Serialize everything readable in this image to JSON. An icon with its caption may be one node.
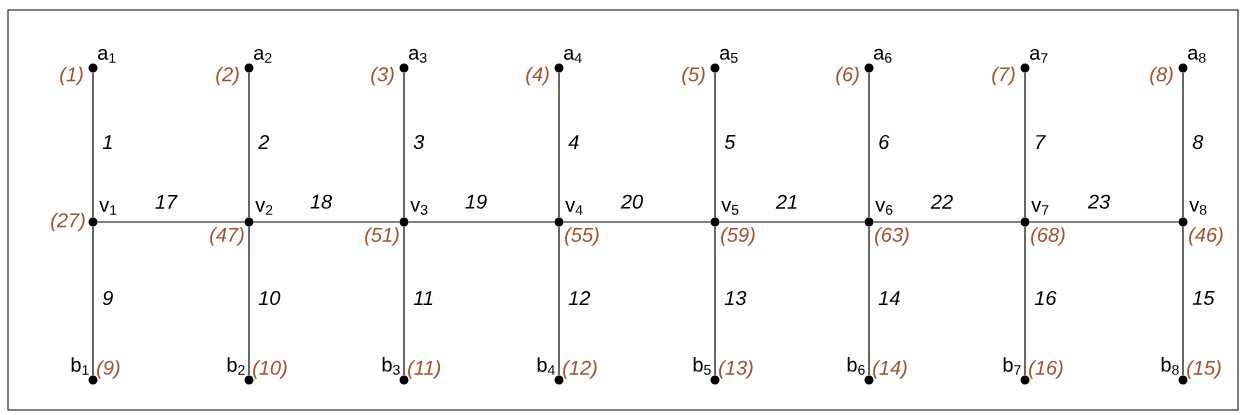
{
  "diagram": {
    "nodes": [
      {
        "text": [
          "a$_{1}$"
        ],
        "beside": [
          "(1)"
        ]
      },
      {
        "text": [
          "a$_{2}$"
        ],
        "beside": [
          "(2)"
        ]
      },
      {
        "text": [
          "a$_{3}$"
        ],
        "beside": [
          "(3)"
        ]
      },
      {
        "text": [
          "a$_{4}$"
        ],
        "beside": [
          "(4)"
        ]
      },
      {
        "text": [
          "a$_{5}$"
        ],
        "beside": [
          "(5)"
        ]
      },
      {
        "text": [
          "a$_{6}$"
        ],
        "beside": [
          "(6)"
        ]
      },
      {
        "text": [
          "a$_{7}$"
        ],
        "beside": [
          "(7)"
        ]
      },
      {
        "text": [
          "a$_{8}$"
        ],
        "beside": [
          "(8)"
        ]
      },
      {
        "text": [
          "v$_{1}$"
        ],
        "beside": [
          "(27)"
        ]
      },
      {
        "text": [
          "v$_{2}$"
        ],
        "beside": [
          "(47)"
        ]
      },
      {
        "text": [
          "v$_{3}$"
        ],
        "beside": [
          "(51)"
        ]
      },
      {
        "text": [
          "v$_{4}$"
        ],
        "beside": [
          "(55)"
        ]
      },
      {
        "text": [
          "v$_{5}$"
        ],
        "beside": [
          "(59)"
        ]
      },
      {
        "text": [
          "v$_{6}$"
        ],
        "beside": [
          "(63)"
        ]
      },
      {
        "text": [
          "v$_{7}$"
        ],
        "beside": [
          "(68)"
        ]
      },
      {
        "text": [
          "v$_{8}$"
        ],
        "beside": [
          "(46)"
        ]
      },
      {
        "text": [
          "b$_{1}$"
        ],
        "beside": [
          "(9)"
        ]
      },
      {
        "text": [
          "b$_{2}$"
        ],
        "beside": [
          "(10)"
        ]
      },
      {
        "text": [
          "b$_{3}$"
        ],
        "beside": [
          "(11)"
        ]
      },
      {
        "text": [
          "b$_{4}$"
        ],
        "beside": [
          "(12)"
        ]
      },
      {
        "text": [
          "b$_{5}$"
        ],
        "beside": [
          "(13)"
        ]
      },
      {
        "text": [
          "b$_{6}$"
        ],
        "beside": [
          "(14)"
        ]
      },
      {
        "text": [
          "b$_{7}$"
        ],
        "beside": [
          "(16)"
        ]
      },
      {
        "text": [
          "b$_{8}$"
        ],
        "beside": [
          "(15)"
        ]
      }
    ],
    "edges": [
      {
        "from": 0,
        "to": 8,
        "arrow": "none",
        "label": "1"
      },
      {
        "from": 1,
        "to": 9,
        "arrow": "none",
        "label": "2"
      },
      {
        "from": 2,
        "to": 10,
        "arrow": "none",
        "label": "3"
      },
      {
        "from": 3,
        "to": 11,
        "arrow": "none",
        "label": "4"
      },
      {
        "from": 4,
        "to": 12,
        "arrow": "none",
        "label": "5"
      },
      {
        "from": 5,
        "to": 13,
        "arrow": "none",
        "label": "6"
      },
      {
        "from": 6,
        "to": 14,
        "arrow": "none",
        "label": "7"
      },
      {
        "from": 7,
        "to": 15,
        "arrow": "none",
        "label": "8"
      },
      {
        "from": 8,
        "to": 16,
        "arrow": "none",
        "label": "9"
      },
      {
        "from": 9,
        "to": 17,
        "arrow": "none",
        "label": "10"
      },
      {
        "from": 10,
        "to": 18,
        "arrow": "none",
        "label": "11"
      },
      {
        "from": 11,
        "to": 19,
        "arrow": "none",
        "label": "12"
      },
      {
        "from": 12,
        "to": 20,
        "arrow": "none",
        "label": "13"
      },
      {
        "from": 13,
        "to": 21,
        "arrow": "none",
        "label": "14"
      },
      {
        "from": 14,
        "to": 22,
        "arrow": "none",
        "label": "16"
      },
      {
        "from": 15,
        "to": 23,
        "arrow": "none",
        "label": "15"
      },
      {
        "from": 8,
        "to": 9,
        "arrow": "none",
        "label": "17"
      },
      {
        "from": 9,
        "to": 10,
        "arrow": "none",
        "label": "18"
      },
      {
        "from": 10,
        "to": 11,
        "arrow": "none",
        "label": "19"
      },
      {
        "from": 11,
        "to": 12,
        "arrow": "none",
        "label": "20"
      },
      {
        "from": 12,
        "to": 13,
        "arrow": "none",
        "label": "21"
      },
      {
        "from": 13,
        "to": 14,
        "arrow": "none",
        "label": "22"
      },
      {
        "from": 14,
        "to": 15,
        "arrow": "none",
        "label": "23"
      }
    ]
  }
}
